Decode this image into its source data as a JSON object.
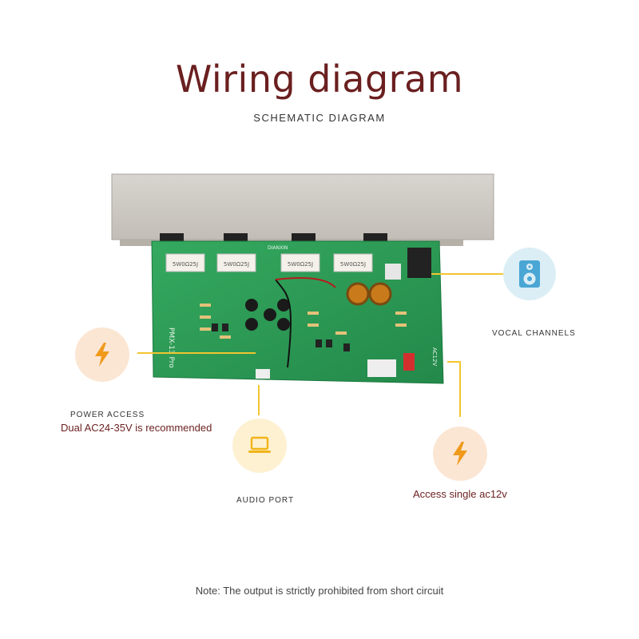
{
  "header": {
    "title": "Wiring diagram",
    "subtitle": "SCHEMATIC DIAGRAM"
  },
  "board": {
    "model_label": "PMX-13 Pro",
    "resistor_labels": [
      "5W0Ω25J",
      "5W0Ω25J",
      "5W0Ω25J",
      "5W0Ω25J"
    ],
    "top_label": "DIANXIN",
    "side_label": "AC12V"
  },
  "callouts": {
    "vocal": {
      "label": "VOCAL CHANNELS",
      "icon": "speaker-icon",
      "bg": "#dbeef6",
      "icon_color": "#4aa6d4"
    },
    "power": {
      "label": "POWER ACCESS",
      "detail": "Dual AC24-35V is recommended",
      "icon": "lightning-icon",
      "bg": "#fbe6d4",
      "icon_color": "#f09a1c"
    },
    "audio": {
      "label": "AUDIO PORT",
      "icon": "laptop-icon",
      "bg": "#fdf1d2",
      "icon_color": "#f2b418"
    },
    "single": {
      "detail": "Access single ac12v",
      "icon": "lightning-icon",
      "bg": "#fbe6d4",
      "icon_color": "#f09a1c"
    }
  },
  "footer": {
    "note": "Note: The output is strictly prohibited from short circuit"
  },
  "colors": {
    "title": "#6b1f1f",
    "connector": "#f2c530",
    "pcb": "#2fa35a"
  }
}
